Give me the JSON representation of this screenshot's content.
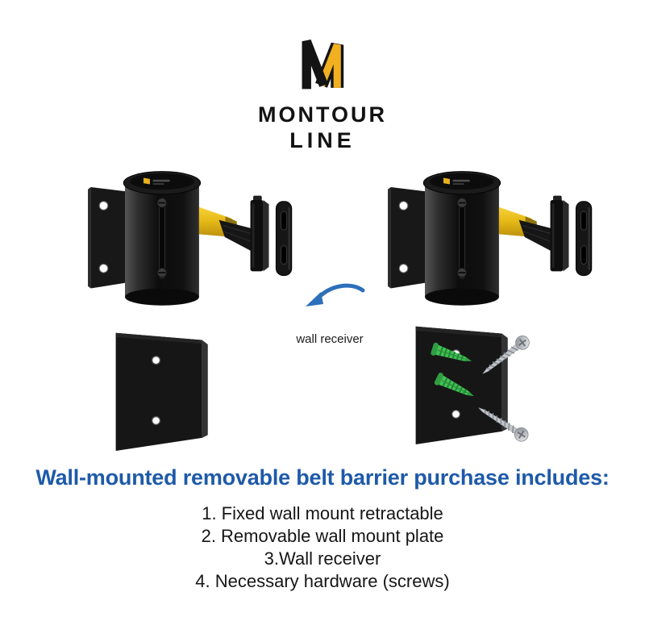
{
  "brand": {
    "name_top": "MONTOUR",
    "name_bottom": "LINE"
  },
  "callout": {
    "label": "wall receiver"
  },
  "includes": {
    "heading": "Wall-mounted removable belt barrier purchase includes:",
    "items": [
      "1. Fixed wall mount retractable",
      "2. Removable wall mount plate",
      "3.Wall receiver",
      "4. Necessary hardware (screws)"
    ]
  },
  "colors": {
    "heading": "#1e5aa8",
    "arrow_blue": "#2e6fba",
    "belt_yellow": "#eebd17",
    "anchor_green": "#43c055",
    "logo_yellow": "#f0b01f"
  }
}
